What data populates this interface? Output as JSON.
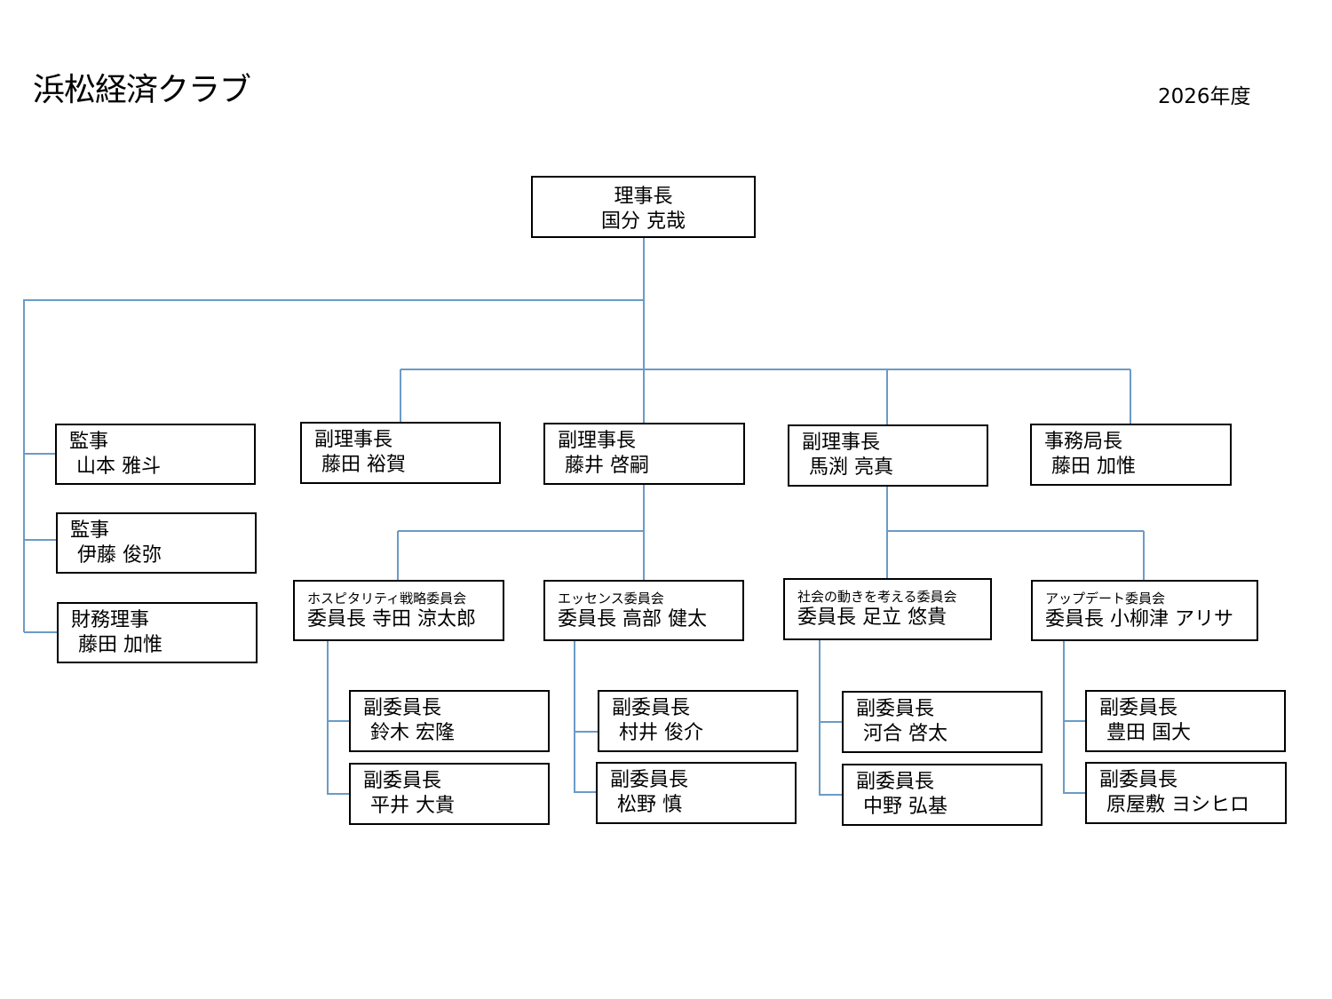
{
  "header": {
    "title": "浜松経済クラブ",
    "year": "2026年度"
  },
  "colors": {
    "connector": "#6a9bc7",
    "border": "#000000"
  },
  "chairman": {
    "role": "理事長",
    "name": "国分 克哉"
  },
  "auditors": [
    {
      "role": "監事",
      "name": "山本 雅斗"
    },
    {
      "role": "監事",
      "name": "伊藤 俊弥"
    },
    {
      "role": "財務理事",
      "name": "藤田 加惟"
    }
  ],
  "vice_chairs": [
    {
      "role": "副理事長",
      "name": "藤田 裕賀"
    },
    {
      "role": "副理事長",
      "name": "藤井 啓嗣"
    },
    {
      "role": "副理事長",
      "name": "馬渕 亮真"
    },
    {
      "role": "事務局長",
      "name": "藤田 加惟"
    }
  ],
  "committees": [
    {
      "name": "ホスピタリティ戦略委員会",
      "chair": "委員長 寺田 涼太郎",
      "vice_chairs": [
        {
          "role": "副委員長",
          "name": "鈴木 宏隆"
        },
        {
          "role": "副委員長",
          "name": "平井 大貴"
        }
      ]
    },
    {
      "name": "エッセンス委員会",
      "chair": "委員長 高部 健太",
      "vice_chairs": [
        {
          "role": "副委員長",
          "name": "村井 俊介"
        },
        {
          "role": "副委員長",
          "name": "松野 慎"
        }
      ]
    },
    {
      "name": "社会の動きを考える委員会",
      "chair": "委員長 足立 悠貴",
      "vice_chairs": [
        {
          "role": "副委員長",
          "name": "河合 啓太"
        },
        {
          "role": "副委員長",
          "name": "中野 弘基"
        }
      ]
    },
    {
      "name": "アップデート委員会",
      "chair": "委員長 小柳津 アリサ",
      "vice_chairs": [
        {
          "role": "副委員長",
          "name": "豊田 国大"
        },
        {
          "role": "副委員長",
          "name": "原屋敷 ヨシヒロ"
        }
      ]
    }
  ]
}
